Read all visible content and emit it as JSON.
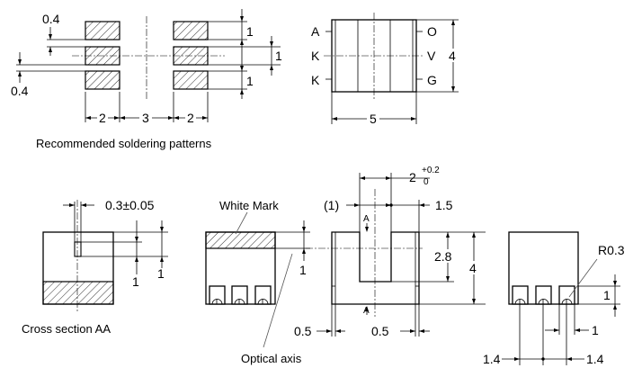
{
  "captions": {
    "soldering": "Recommended soldering patterns",
    "cross_section": "Cross section AA",
    "white_mark": "White Mark",
    "optical_axis": "Optical axis"
  },
  "pins": {
    "left": [
      "A",
      "K",
      "K"
    ],
    "right": [
      "O",
      "V",
      "G"
    ]
  },
  "section_marker": "A",
  "dims": {
    "pad_gap_top": "0.4",
    "pad_gap_bottom": "0.4",
    "pad_width_left": "2",
    "pad_spacing": "3",
    "pad_width_right": "2",
    "pad_height_1": "1",
    "pad_gap_center": "1",
    "pad_height_2": "1",
    "top_height": "4",
    "top_width": "5",
    "slit_width": "0.3±0.05",
    "cross_1a": "1",
    "cross_1b": "1",
    "mark_offset": "1",
    "slot_width_base": "2",
    "slot_tol_plus": "+0.2",
    "slot_tol_minus": "0",
    "ref_1": "(1)",
    "wall_1_5": "1.5",
    "slot_depth": "2.8",
    "front_height": "4",
    "bottom_0_5_left": "0.5",
    "bottom_0_5_right": "0.5",
    "radius": "R0.3",
    "side_1a": "1",
    "side_1b": "1",
    "pitch_left": "1.4",
    "pitch_right": "1.4"
  }
}
